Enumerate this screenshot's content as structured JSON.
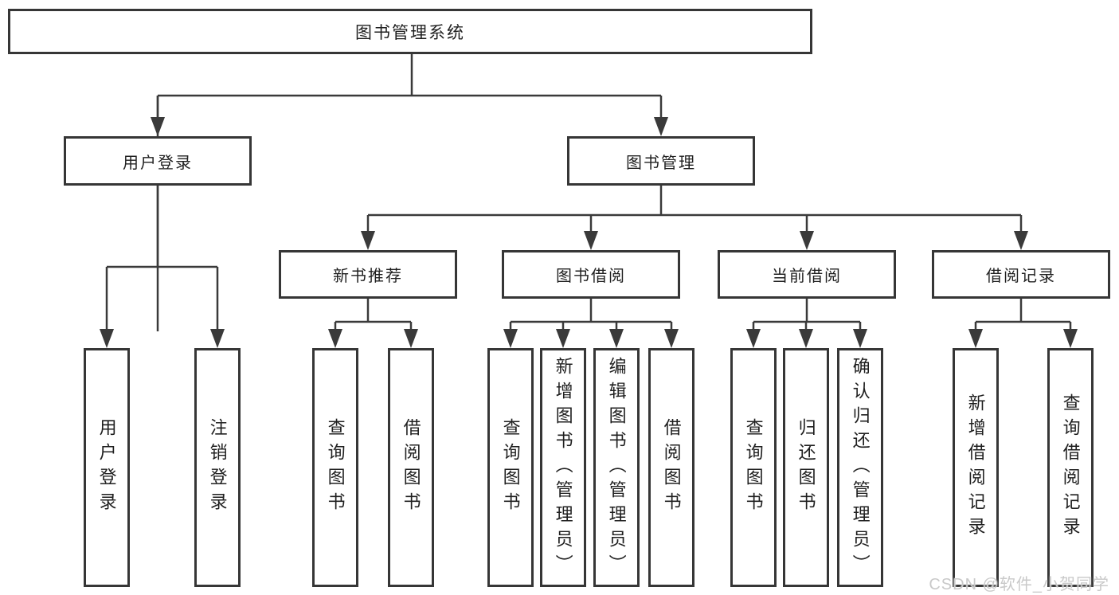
{
  "diagram": {
    "title": "图书管理系统",
    "branches": [
      {
        "label": "用户登录",
        "children": [
          {
            "label": "用户登录"
          },
          {
            "label": "注销登录"
          }
        ]
      },
      {
        "label": "图书管理",
        "children": [
          {
            "label": "新书推荐",
            "children": [
              {
                "label": "查询图书"
              },
              {
                "label": "借阅图书"
              }
            ]
          },
          {
            "label": "图书借阅",
            "children": [
              {
                "label": "查询图书"
              },
              {
                "label": "新增图书（管理员）"
              },
              {
                "label": "编辑图书（管理员）"
              },
              {
                "label": "借阅图书"
              }
            ]
          },
          {
            "label": "当前借阅",
            "children": [
              {
                "label": "查询图书"
              },
              {
                "label": "归还图书"
              },
              {
                "label": "确认归还（管理员）"
              }
            ]
          },
          {
            "label": "借阅记录",
            "children": [
              {
                "label": "新增借阅记录"
              },
              {
                "label": "查询借阅记录"
              }
            ]
          }
        ]
      }
    ],
    "watermark": "CSDN @软件_小贺同学",
    "colors": {
      "line": "#3a3a3a",
      "box_border": "#363636",
      "text": "#1f1f1f",
      "watermark": "#c9c9c9",
      "background": "#ffffff"
    }
  }
}
